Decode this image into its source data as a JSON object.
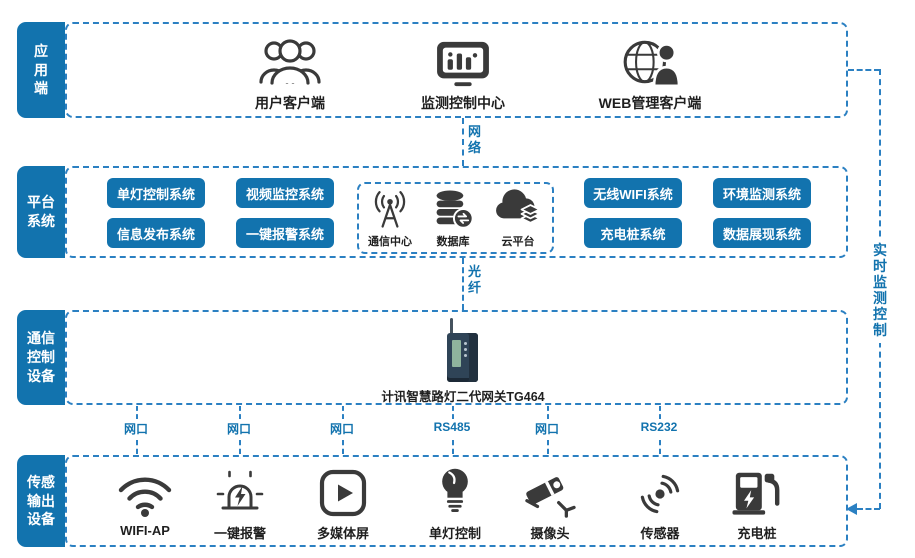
{
  "colors": {
    "box_blue": "#1273ae",
    "dash_blue": "#2b80c2",
    "icon_dark": "#3a3a3a",
    "caption_dark": "#1f1f1f",
    "background": "#ffffff"
  },
  "layers": {
    "application": {
      "label": "应\n用\n端",
      "items": [
        {
          "icon": "users-group-icon",
          "label": "用户客户端"
        },
        {
          "icon": "monitor-chart-icon",
          "label": "监测控制中心"
        },
        {
          "icon": "globe-user-icon",
          "label": "WEB管理客户端"
        }
      ]
    },
    "platform": {
      "label": "平台\n系统",
      "systems_left": [
        "单灯控制系统",
        "视频监控系统",
        "信息发布系统",
        "一键报警系统"
      ],
      "center_items": [
        {
          "icon": "antenna-icon",
          "label": "通信中心"
        },
        {
          "icon": "database-sync-icon",
          "label": "数据库"
        },
        {
          "icon": "cloud-layers-icon",
          "label": "云平台"
        }
      ],
      "systems_right": [
        "无线WIFI系统",
        "环境监测系统",
        "充电桩系统",
        "数据展现系统"
      ]
    },
    "gateway": {
      "label": "通信\n控制\n设备",
      "device_label": "计讯智慧路灯二代网关TG464"
    },
    "devices": {
      "label": "传感\n输出\n设备",
      "items": [
        {
          "icon": "wifi-icon",
          "label": "WIFI-AP"
        },
        {
          "icon": "alarm-icon",
          "label": "一键报警"
        },
        {
          "icon": "media-screen-icon",
          "label": "多媒体屏"
        },
        {
          "icon": "bulb-icon",
          "label": "单灯控制"
        },
        {
          "icon": "camera-icon",
          "label": "摄像头"
        },
        {
          "icon": "sensor-icon",
          "label": "传感器"
        },
        {
          "icon": "ev-charger-icon",
          "label": "充电桩"
        }
      ]
    }
  },
  "connectors": {
    "network": "网\n络",
    "fiber": "光\n纤",
    "realtime": "实\n时\n监\n测\n控\n制",
    "ports": [
      "网口",
      "网口",
      "网口",
      "RS485",
      "网口",
      "RS232"
    ]
  }
}
